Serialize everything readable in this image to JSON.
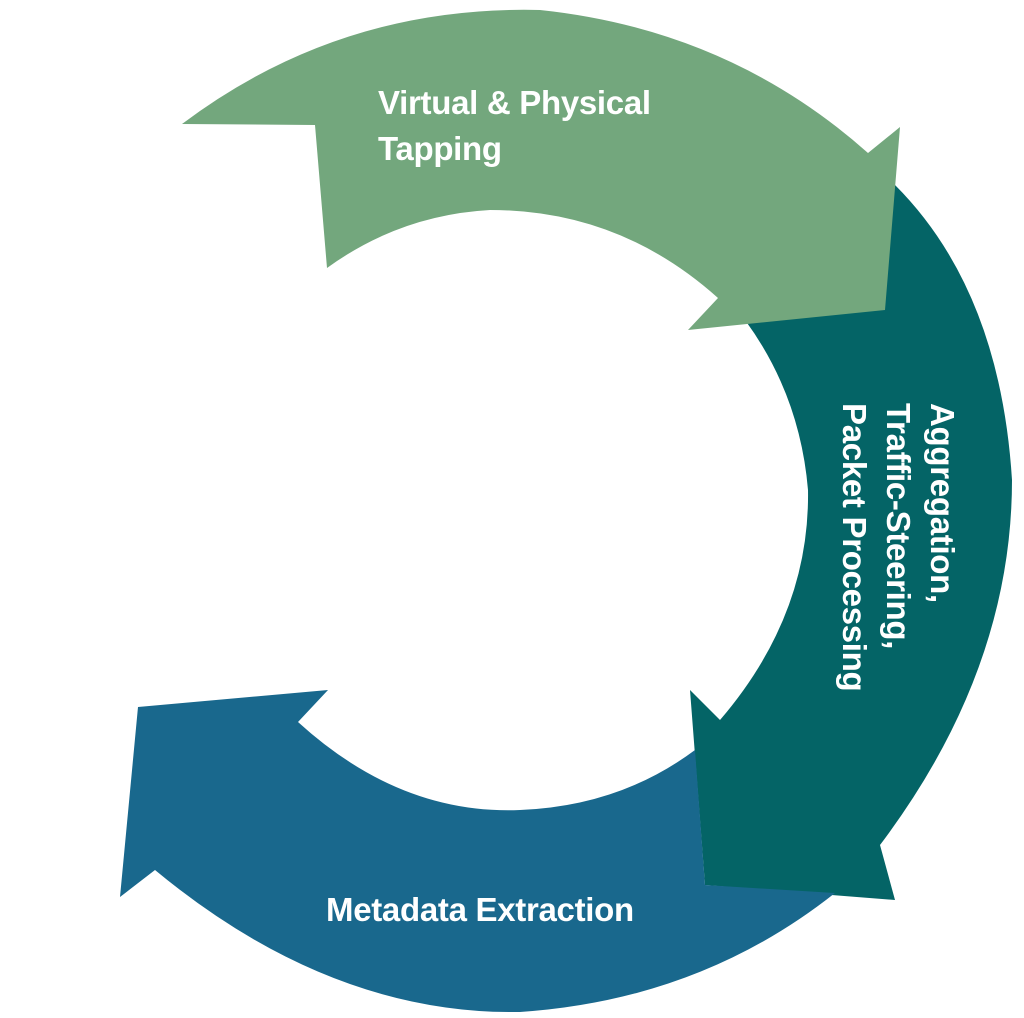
{
  "diagram": {
    "stages": [
      {
        "id": "tapping",
        "label_lines": [
          "Virtual & Physical",
          "Tapping"
        ],
        "color": "#73a77d"
      },
      {
        "id": "aggregation",
        "label_lines": [
          "Aggregation,",
          "Traffic-Steering,",
          "Packet Processing"
        ],
        "color": "#046466"
      },
      {
        "id": "metadata",
        "label_lines": [
          "Metadata Extraction"
        ],
        "color": "#19688d"
      }
    ]
  }
}
